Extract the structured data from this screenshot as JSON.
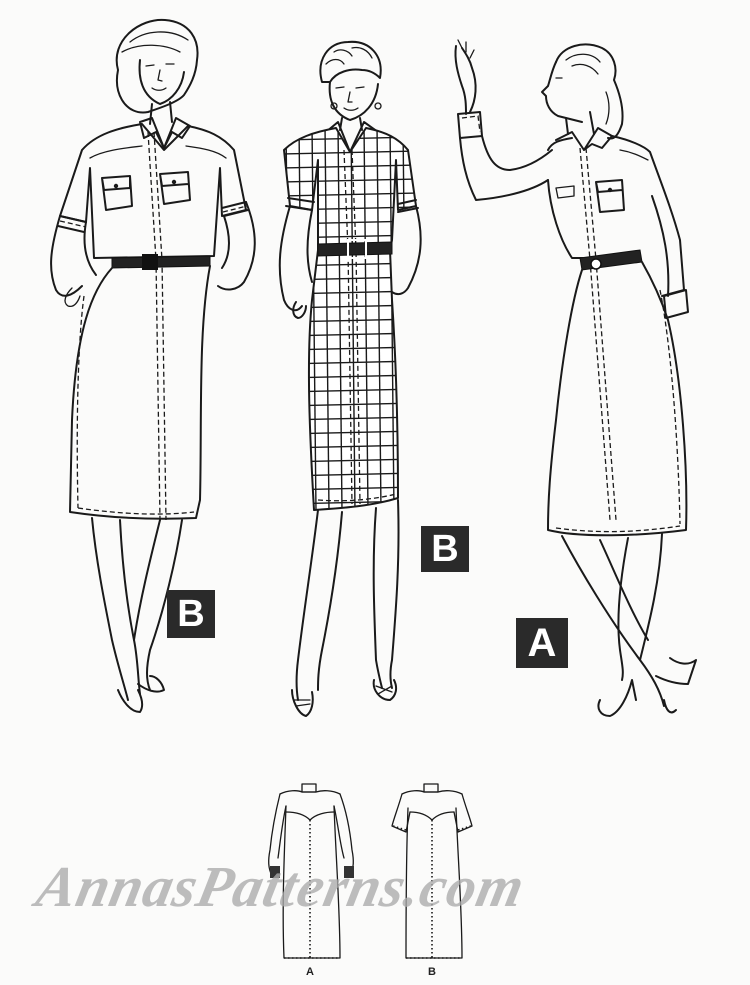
{
  "illustration": {
    "subject": "Vintage sewing pattern – shirtwaist dress views",
    "views": [
      {
        "id": "figure-left",
        "view_label": "B",
        "description": "Short-sleeve shirtdress, solid fabric, belted, flap pockets"
      },
      {
        "id": "figure-center",
        "view_label": "B",
        "description": "Short-sleeve shirtdress, windowpane check fabric, belted"
      },
      {
        "id": "figure-right",
        "view_label": "A",
        "description": "Long-sleeve shirtdress with cuffs, belted, flap pockets"
      }
    ],
    "flats": [
      {
        "id": "flat-a",
        "label": "A",
        "description": "Back view, long sleeves with cuffs"
      },
      {
        "id": "flat-b",
        "label": "B",
        "description": "Back view, short sleeves with bands"
      }
    ]
  },
  "watermark": {
    "text": "AnnasPatterns.com"
  },
  "colors": {
    "paper": "#fbfbfa",
    "ink": "#1a1a1a",
    "badge_bg": "#2a2a2a",
    "badge_text": "#ffffff",
    "watermark": "#aaaaaa"
  }
}
